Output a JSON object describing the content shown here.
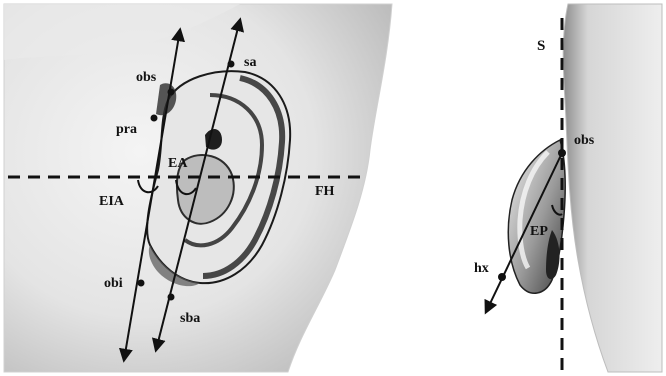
{
  "figure": {
    "left_panel": {
      "labels": {
        "obs": "obs",
        "pra": "pra",
        "sa": "sa",
        "ea": "EA",
        "eia": "EIA",
        "fh": "FH",
        "obi": "obi",
        "sba": "sba"
      }
    },
    "right_panel": {
      "labels": {
        "s": "S",
        "obs": "obs",
        "ep": "EP",
        "hx": "hx"
      }
    },
    "colors": {
      "background": "#ffffff",
      "skin_light": "#f2f2f2",
      "skin_mid": "#cfcfcf",
      "skin_dark": "#7a7a7a",
      "line": "#111111"
    }
  }
}
